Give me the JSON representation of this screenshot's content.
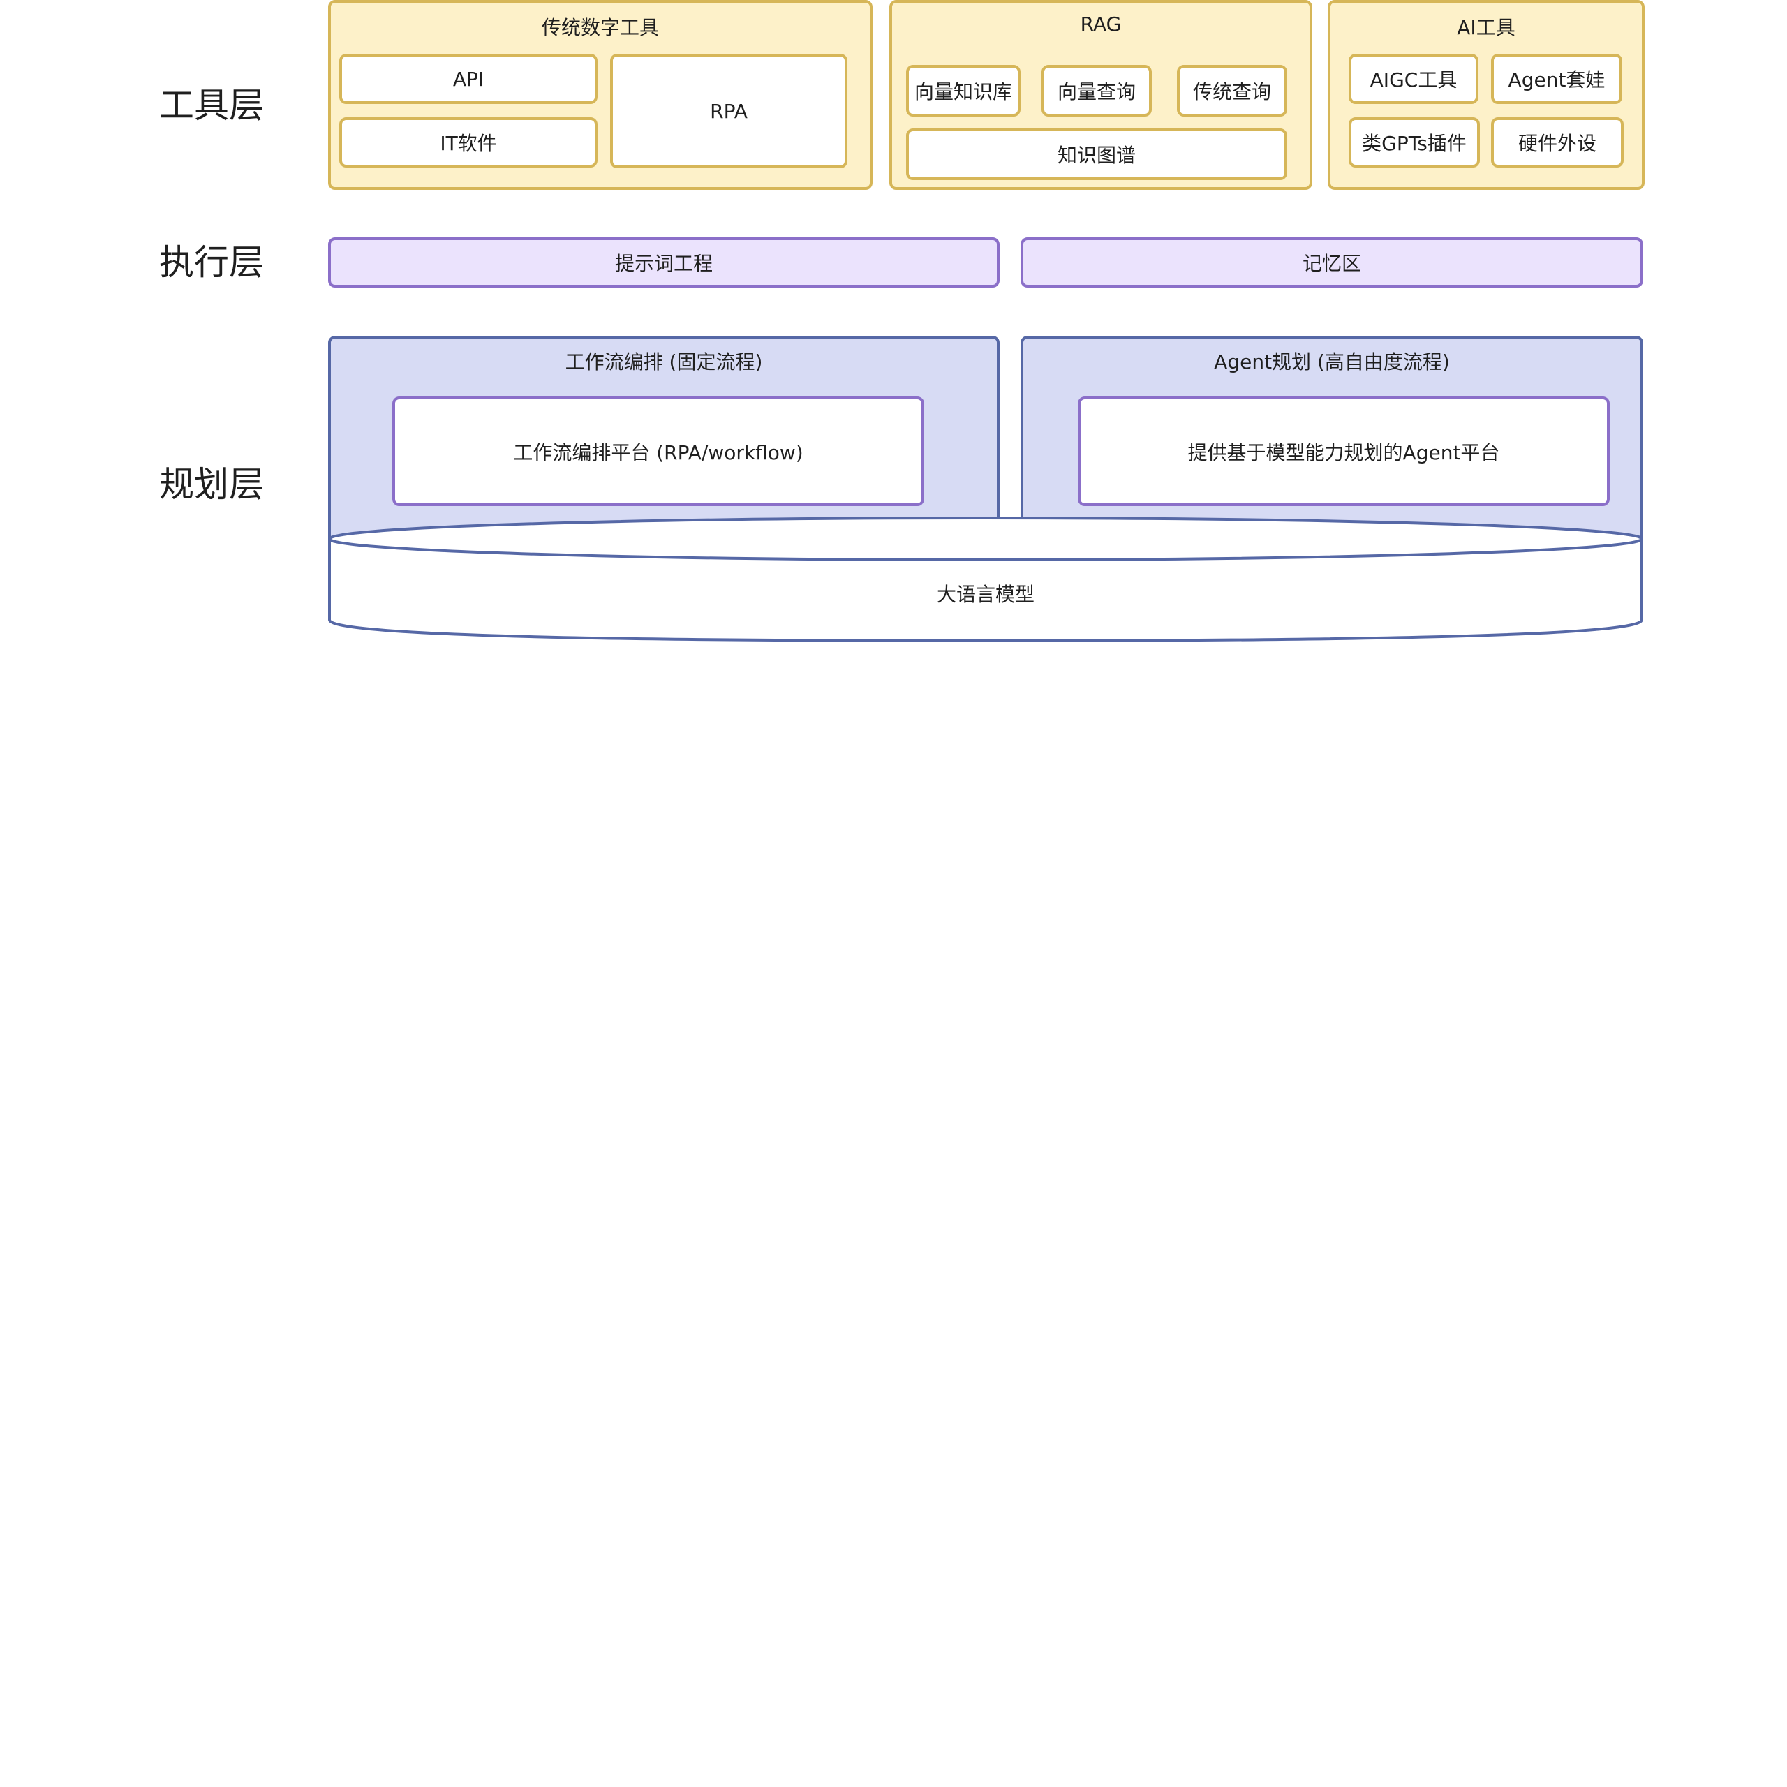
{
  "layers": {
    "tool": "工具层",
    "exec": "执行层",
    "plan": "规划层"
  },
  "tool_layer": {
    "traditional": {
      "title": "传统数字工具",
      "items": [
        "API",
        "IT软件",
        "RPA"
      ]
    },
    "rag": {
      "title": "RAG",
      "items": [
        "向量知识库",
        "向量查询",
        "传统查询",
        "知识图谱"
      ]
    },
    "ai_tools": {
      "title": "AI工具",
      "items": [
        "AIGC工具",
        "Agent套娃",
        "类GPTs插件",
        "硬件外设"
      ]
    }
  },
  "exec_layer": {
    "prompt_engineering": "提示词工程",
    "memory": "记忆区"
  },
  "plan_layer": {
    "workflow": {
      "title": "工作流编排 (固定流程)",
      "platform": "工作流编排平台 (RPA/workflow)"
    },
    "agent": {
      "title": "Agent规划 (高自由度流程)",
      "platform": "提供基于模型能力规划的Agent平台"
    }
  },
  "llm": "大语言模型",
  "colors": {
    "tool_fill": "#fdf1c9",
    "tool_border": "#d6b658",
    "exec_fill": "#ebe3fd",
    "exec_border": "#8b6fc9",
    "plan_fill": "#d7dbf4",
    "plan_border": "#5668a6"
  }
}
